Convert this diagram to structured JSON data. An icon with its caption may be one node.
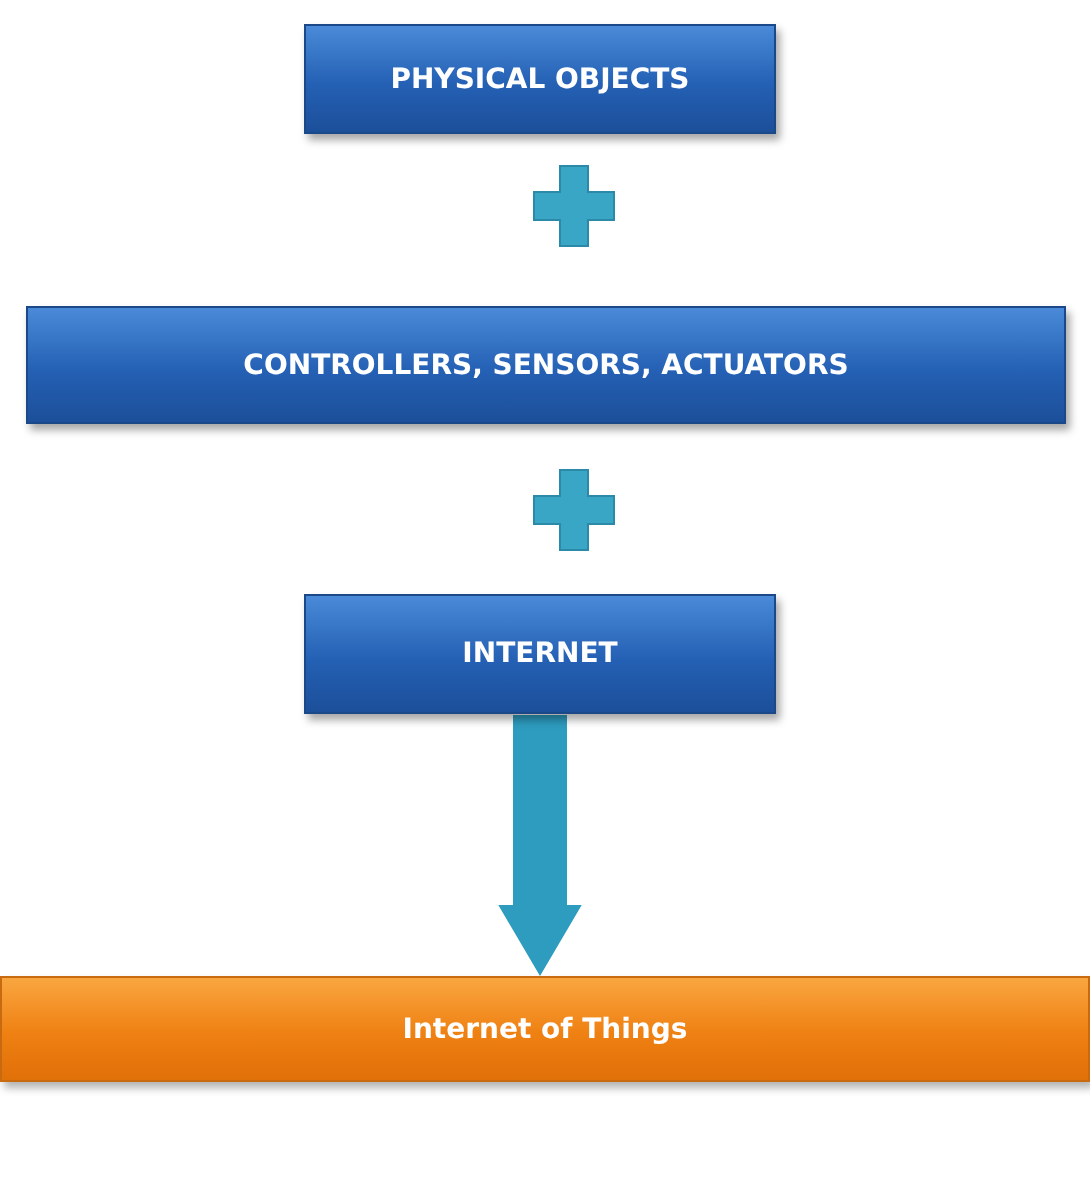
{
  "diagram": {
    "nodes": [
      {
        "text": [
          "PHYSICAL OBJECTS"
        ]
      },
      {
        "text": [
          "CONTROLLERS, SENSORS, ACTUATORS"
        ]
      },
      {
        "text": [
          "INTERNET"
        ]
      },
      {
        "text": [
          "Internet of Things"
        ]
      }
    ],
    "edges": [
      {
        "from": 2,
        "to": 3,
        "arrow": "to",
        "style": "thick",
        "color": "#2e9cbf"
      }
    ]
  }
}
